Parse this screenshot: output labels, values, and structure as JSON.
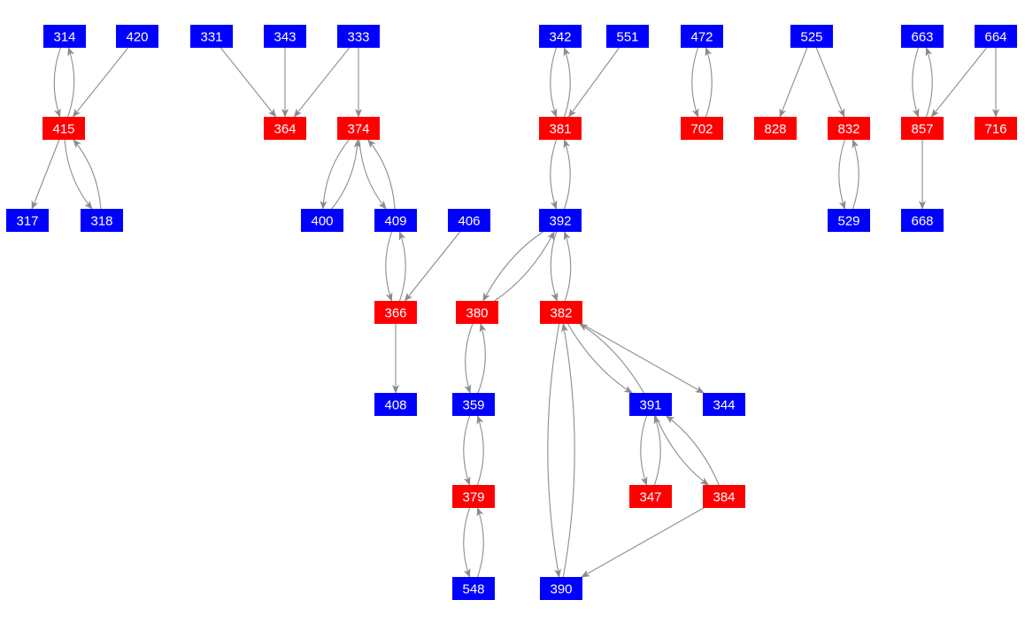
{
  "colors": {
    "blue": "#0000FF",
    "red": "#FF0000",
    "edge": "#8C8C8C"
  },
  "nodes": [
    {
      "id": "314",
      "label": "314",
      "color": "blue"
    },
    {
      "id": "420",
      "label": "420",
      "color": "blue"
    },
    {
      "id": "331",
      "label": "331",
      "color": "blue"
    },
    {
      "id": "343",
      "label": "343",
      "color": "blue"
    },
    {
      "id": "333",
      "label": "333",
      "color": "blue"
    },
    {
      "id": "342",
      "label": "342",
      "color": "blue"
    },
    {
      "id": "551",
      "label": "551",
      "color": "blue"
    },
    {
      "id": "472",
      "label": "472",
      "color": "blue"
    },
    {
      "id": "525",
      "label": "525",
      "color": "blue"
    },
    {
      "id": "663",
      "label": "663",
      "color": "blue"
    },
    {
      "id": "664",
      "label": "664",
      "color": "blue"
    },
    {
      "id": "415",
      "label": "415",
      "color": "red"
    },
    {
      "id": "364",
      "label": "364",
      "color": "red"
    },
    {
      "id": "374",
      "label": "374",
      "color": "red"
    },
    {
      "id": "381",
      "label": "381",
      "color": "red"
    },
    {
      "id": "702",
      "label": "702",
      "color": "red"
    },
    {
      "id": "828",
      "label": "828",
      "color": "red"
    },
    {
      "id": "832",
      "label": "832",
      "color": "red"
    },
    {
      "id": "857",
      "label": "857",
      "color": "red"
    },
    {
      "id": "716",
      "label": "716",
      "color": "red"
    },
    {
      "id": "317",
      "label": "317",
      "color": "blue"
    },
    {
      "id": "318",
      "label": "318",
      "color": "blue"
    },
    {
      "id": "400",
      "label": "400",
      "color": "blue"
    },
    {
      "id": "409",
      "label": "409",
      "color": "blue"
    },
    {
      "id": "406",
      "label": "406",
      "color": "blue"
    },
    {
      "id": "392",
      "label": "392",
      "color": "blue"
    },
    {
      "id": "529",
      "label": "529",
      "color": "blue"
    },
    {
      "id": "668",
      "label": "668",
      "color": "blue"
    },
    {
      "id": "366",
      "label": "366",
      "color": "red"
    },
    {
      "id": "380",
      "label": "380",
      "color": "red"
    },
    {
      "id": "382",
      "label": "382",
      "color": "red"
    },
    {
      "id": "408",
      "label": "408",
      "color": "blue"
    },
    {
      "id": "359",
      "label": "359",
      "color": "blue"
    },
    {
      "id": "391",
      "label": "391",
      "color": "blue"
    },
    {
      "id": "344",
      "label": "344",
      "color": "blue"
    },
    {
      "id": "379",
      "label": "379",
      "color": "red"
    },
    {
      "id": "347",
      "label": "347",
      "color": "red"
    },
    {
      "id": "384",
      "label": "384",
      "color": "red"
    },
    {
      "id": "548",
      "label": "548",
      "color": "blue"
    },
    {
      "id": "390",
      "label": "390",
      "color": "blue"
    }
  ],
  "edges": [
    [
      "314",
      "415"
    ],
    [
      "415",
      "314"
    ],
    [
      "420",
      "415"
    ],
    [
      "415",
      "317"
    ],
    [
      "415",
      "318"
    ],
    [
      "318",
      "415"
    ],
    [
      "331",
      "364"
    ],
    [
      "343",
      "364"
    ],
    [
      "333",
      "364"
    ],
    [
      "333",
      "374"
    ],
    [
      "374",
      "400"
    ],
    [
      "400",
      "374"
    ],
    [
      "374",
      "409"
    ],
    [
      "409",
      "374"
    ],
    [
      "409",
      "366"
    ],
    [
      "366",
      "409"
    ],
    [
      "406",
      "366"
    ],
    [
      "366",
      "408"
    ],
    [
      "342",
      "381"
    ],
    [
      "381",
      "342"
    ],
    [
      "551",
      "381"
    ],
    [
      "381",
      "392"
    ],
    [
      "392",
      "381"
    ],
    [
      "392",
      "380"
    ],
    [
      "380",
      "392"
    ],
    [
      "392",
      "382"
    ],
    [
      "382",
      "392"
    ],
    [
      "380",
      "359"
    ],
    [
      "359",
      "380"
    ],
    [
      "359",
      "379"
    ],
    [
      "379",
      "359"
    ],
    [
      "379",
      "548"
    ],
    [
      "548",
      "379"
    ],
    [
      "382",
      "390"
    ],
    [
      "390",
      "382"
    ],
    [
      "382",
      "391"
    ],
    [
      "391",
      "382"
    ],
    [
      "382",
      "344"
    ],
    [
      "391",
      "347"
    ],
    [
      "347",
      "391"
    ],
    [
      "391",
      "384"
    ],
    [
      "384",
      "391"
    ],
    [
      "384",
      "390"
    ],
    [
      "472",
      "702"
    ],
    [
      "702",
      "472"
    ],
    [
      "525",
      "828"
    ],
    [
      "525",
      "832"
    ],
    [
      "832",
      "529"
    ],
    [
      "529",
      "832"
    ],
    [
      "663",
      "857"
    ],
    [
      "857",
      "663"
    ],
    [
      "664",
      "857"
    ],
    [
      "664",
      "716"
    ],
    [
      "857",
      "668"
    ]
  ]
}
